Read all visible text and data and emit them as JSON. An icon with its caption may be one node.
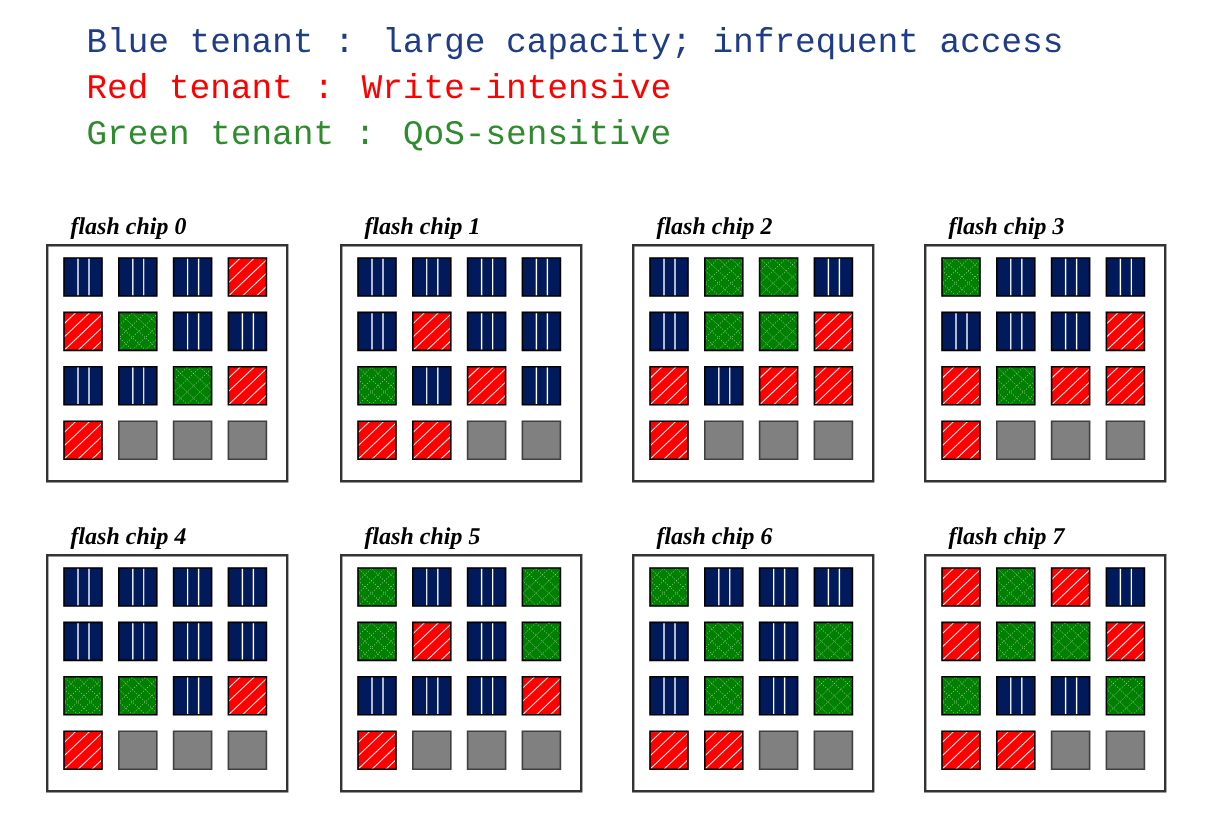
{
  "diagram": {
    "nodes": [
      {
        "text": [
          "flash chip 0"
        ]
      },
      {
        "text": [],
        "shape": "box",
        "in": 0
      },
      {
        "text": [],
        "shape": "box",
        "in": 0
      },
      {
        "text": [],
        "shape": "box",
        "in": 0
      },
      {
        "text": [],
        "shape": "box",
        "in": 0
      },
      {
        "text": [],
        "shape": "box",
        "in": 0
      },
      {
        "text": [],
        "shape": "box",
        "in": 0
      },
      {
        "text": [],
        "shape": "box",
        "in": 0
      },
      {
        "text": [],
        "shape": "box",
        "in": 0
      },
      {
        "text": [],
        "shape": "box",
        "in": 0
      },
      {
        "text": [],
        "shape": "box",
        "in": 0
      },
      {
        "text": [],
        "shape": "box",
        "in": 0
      },
      {
        "text": [],
        "shape": "box",
        "in": 0
      },
      {
        "text": [],
        "shape": "box",
        "in": 0
      },
      {
        "text": [],
        "shape": "box",
        "in": 0
      },
      {
        "text": [],
        "shape": "box",
        "in": 0
      },
      {
        "text": [],
        "shape": "box",
        "in": 0
      },
      {
        "text": [
          "flash chip 1"
        ]
      },
      {
        "text": [],
        "shape": "box",
        "in": 17
      },
      {
        "text": [],
        "shape": "box",
        "in": 17
      },
      {
        "text": [],
        "shape": "box",
        "in": 17
      },
      {
        "text": [],
        "shape": "box",
        "in": 17
      },
      {
        "text": [],
        "shape": "box",
        "in": 17
      },
      {
        "text": [],
        "shape": "box",
        "in": 17
      },
      {
        "text": [],
        "shape": "box",
        "in": 17
      },
      {
        "text": [],
        "shape": "box",
        "in": 17
      },
      {
        "text": [],
        "shape": "box",
        "in": 17
      },
      {
        "text": [],
        "shape": "box",
        "in": 17
      },
      {
        "text": [],
        "shape": "box",
        "in": 17
      },
      {
        "text": [],
        "shape": "box",
        "in": 17
      },
      {
        "text": [],
        "shape": "box",
        "in": 17
      },
      {
        "text": [],
        "shape": "box",
        "in": 17
      },
      {
        "text": [],
        "shape": "box",
        "in": 17
      },
      {
        "text": [],
        "shape": "box",
        "in": 17
      },
      {
        "text": [
          "flash chip 2"
        ]
      },
      {
        "text": [],
        "shape": "box",
        "in": 34
      },
      {
        "text": [],
        "shape": "box",
        "in": 34
      },
      {
        "text": [],
        "shape": "box",
        "in": 34
      },
      {
        "text": [],
        "shape": "box",
        "in": 34
      },
      {
        "text": [],
        "shape": "box",
        "in": 34
      },
      {
        "text": [],
        "shape": "box",
        "in": 34
      },
      {
        "text": [],
        "shape": "box",
        "in": 34
      },
      {
        "text": [],
        "shape": "box",
        "in": 34
      },
      {
        "text": [],
        "shape": "box",
        "in": 34
      },
      {
        "text": [],
        "shape": "box",
        "in": 34
      },
      {
        "text": [],
        "shape": "box",
        "in": 34
      },
      {
        "text": [],
        "shape": "box",
        "in": 34
      },
      {
        "text": [],
        "shape": "box",
        "in": 34
      },
      {
        "text": [],
        "shape": "box",
        "in": 34
      },
      {
        "text": [],
        "shape": "box",
        "in": 34
      },
      {
        "text": [],
        "shape": "box",
        "in": 34
      },
      {
        "text": [
          "flash chip 3"
        ]
      },
      {
        "text": [],
        "shape": "box",
        "in": 51
      },
      {
        "text": [],
        "shape": "box",
        "in": 51
      },
      {
        "text": [],
        "shape": "box",
        "in": 51
      },
      {
        "text": [],
        "shape": "box",
        "in": 51
      },
      {
        "text": [],
        "shape": "box",
        "in": 51
      },
      {
        "text": [],
        "shape": "box",
        "in": 51
      },
      {
        "text": [],
        "shape": "box",
        "in": 51
      },
      {
        "text": [],
        "shape": "box",
        "in": 51
      },
      {
        "text": [],
        "shape": "box",
        "in": 51
      },
      {
        "text": [],
        "shape": "box",
        "in": 51
      },
      {
        "text": [],
        "shape": "box",
        "in": 51
      },
      {
        "text": [],
        "shape": "box",
        "in": 51
      },
      {
        "text": [],
        "shape": "box",
        "in": 51
      },
      {
        "text": [],
        "shape": "box",
        "in": 51
      },
      {
        "text": [],
        "shape": "box",
        "in": 51
      },
      {
        "text": [],
        "shape": "box",
        "in": 51
      },
      {
        "text": [
          "flash chip 4"
        ]
      },
      {
        "text": [],
        "shape": "box",
        "in": 68
      },
      {
        "text": [],
        "shape": "box",
        "in": 68
      },
      {
        "text": [],
        "shape": "box",
        "in": 68
      },
      {
        "text": [],
        "shape": "box",
        "in": 68
      },
      {
        "text": [],
        "shape": "box",
        "in": 68
      },
      {
        "text": [],
        "shape": "box",
        "in": 68
      },
      {
        "text": [],
        "shape": "box",
        "in": 68
      },
      {
        "text": [],
        "shape": "box",
        "in": 68
      },
      {
        "text": [],
        "shape": "box",
        "in": 68
      },
      {
        "text": [],
        "shape": "box",
        "in": 68
      },
      {
        "text": [],
        "shape": "box",
        "in": 68
      },
      {
        "text": [],
        "shape": "box",
        "in": 68
      },
      {
        "text": [],
        "shape": "box",
        "in": 68
      },
      {
        "text": [],
        "shape": "box",
        "in": 68
      },
      {
        "text": [],
        "shape": "box",
        "in": 68
      },
      {
        "text": [],
        "shape": "box",
        "in": 68
      },
      {
        "text": [
          "flash chip 5"
        ]
      },
      {
        "text": [],
        "shape": "box",
        "in": 85
      },
      {
        "text": [],
        "shape": "box",
        "in": 85
      },
      {
        "text": [],
        "shape": "box",
        "in": 85
      },
      {
        "text": [],
        "shape": "box",
        "in": 85
      },
      {
        "text": [],
        "shape": "box",
        "in": 85
      },
      {
        "text": [],
        "shape": "box",
        "in": 85
      },
      {
        "text": [],
        "shape": "box",
        "in": 85
      },
      {
        "text": [],
        "shape": "box",
        "in": 85
      },
      {
        "text": [],
        "shape": "box",
        "in": 85
      },
      {
        "text": [],
        "shape": "box",
        "in": 85
      },
      {
        "text": [],
        "shape": "box",
        "in": 85
      },
      {
        "text": [],
        "shape": "box",
        "in": 85
      },
      {
        "text": [],
        "shape": "box",
        "in": 85
      },
      {
        "text": [],
        "shape": "box",
        "in": 85
      },
      {
        "text": [],
        "shape": "box",
        "in": 85
      },
      {
        "text": [],
        "shape": "box",
        "in": 85
      },
      {
        "text": [
          "flash chip 6"
        ]
      },
      {
        "text": [],
        "shape": "box",
        "in": 102
      },
      {
        "text": [],
        "shape": "box",
        "in": 102
      },
      {
        "text": [],
        "shape": "box",
        "in": 102
      },
      {
        "text": [],
        "shape": "box",
        "in": 102
      },
      {
        "text": [],
        "shape": "box",
        "in": 102
      },
      {
        "text": [],
        "shape": "box",
        "in": 102
      },
      {
        "text": [],
        "shape": "box",
        "in": 102
      },
      {
        "text": [],
        "shape": "box",
        "in": 102
      },
      {
        "text": [],
        "shape": "box",
        "in": 102
      },
      {
        "text": [],
        "shape": "box",
        "in": 102
      },
      {
        "text": [],
        "shape": "box",
        "in": 102
      },
      {
        "text": [],
        "shape": "box",
        "in": 102
      },
      {
        "text": [],
        "shape": "box",
        "in": 102
      },
      {
        "text": [],
        "shape": "box",
        "in": 102
      },
      {
        "text": [],
        "shape": "box",
        "in": 102
      },
      {
        "text": [],
        "shape": "box",
        "in": 102
      },
      {
        "text": [
          "flash chip 7"
        ]
      },
      {
        "text": [],
        "shape": "box",
        "in": 119
      },
      {
        "text": [],
        "shape": "box",
        "in": 119
      },
      {
        "text": [],
        "shape": "box",
        "in": 119
      },
      {
        "text": [],
        "shape": "box",
        "in": 119
      },
      {
        "text": [],
        "shape": "box",
        "in": 119
      },
      {
        "text": [],
        "shape": "box",
        "in": 119
      },
      {
        "text": [],
        "shape": "box",
        "in": 119
      },
      {
        "text": [],
        "shape": "box",
        "in": 119
      },
      {
        "text": [],
        "shape": "box",
        "in": 119
      },
      {
        "text": [],
        "shape": "box",
        "in": 119
      },
      {
        "text": [],
        "shape": "box",
        "in": 119
      },
      {
        "text": [],
        "shape": "box",
        "in": 119
      },
      {
        "text": [],
        "shape": "box",
        "in": 119
      },
      {
        "text": [],
        "shape": "box",
        "in": 119
      },
      {
        "text": [],
        "shape": "box",
        "in": 119
      },
      {
        "text": [],
        "shape": "box",
        "in": 119
      }
    ],
    "legend": [
      {
        "text": "Blue tenant : large capacity; infrequent access",
        "color": "#1f3c88"
      },
      {
        "text": "Red tenant : Write-intensive",
        "color": "#ff0000"
      },
      {
        "text": "Green tenant : QoS-sensitive",
        "color": "#2e8b2e"
      }
    ]
  }
}
